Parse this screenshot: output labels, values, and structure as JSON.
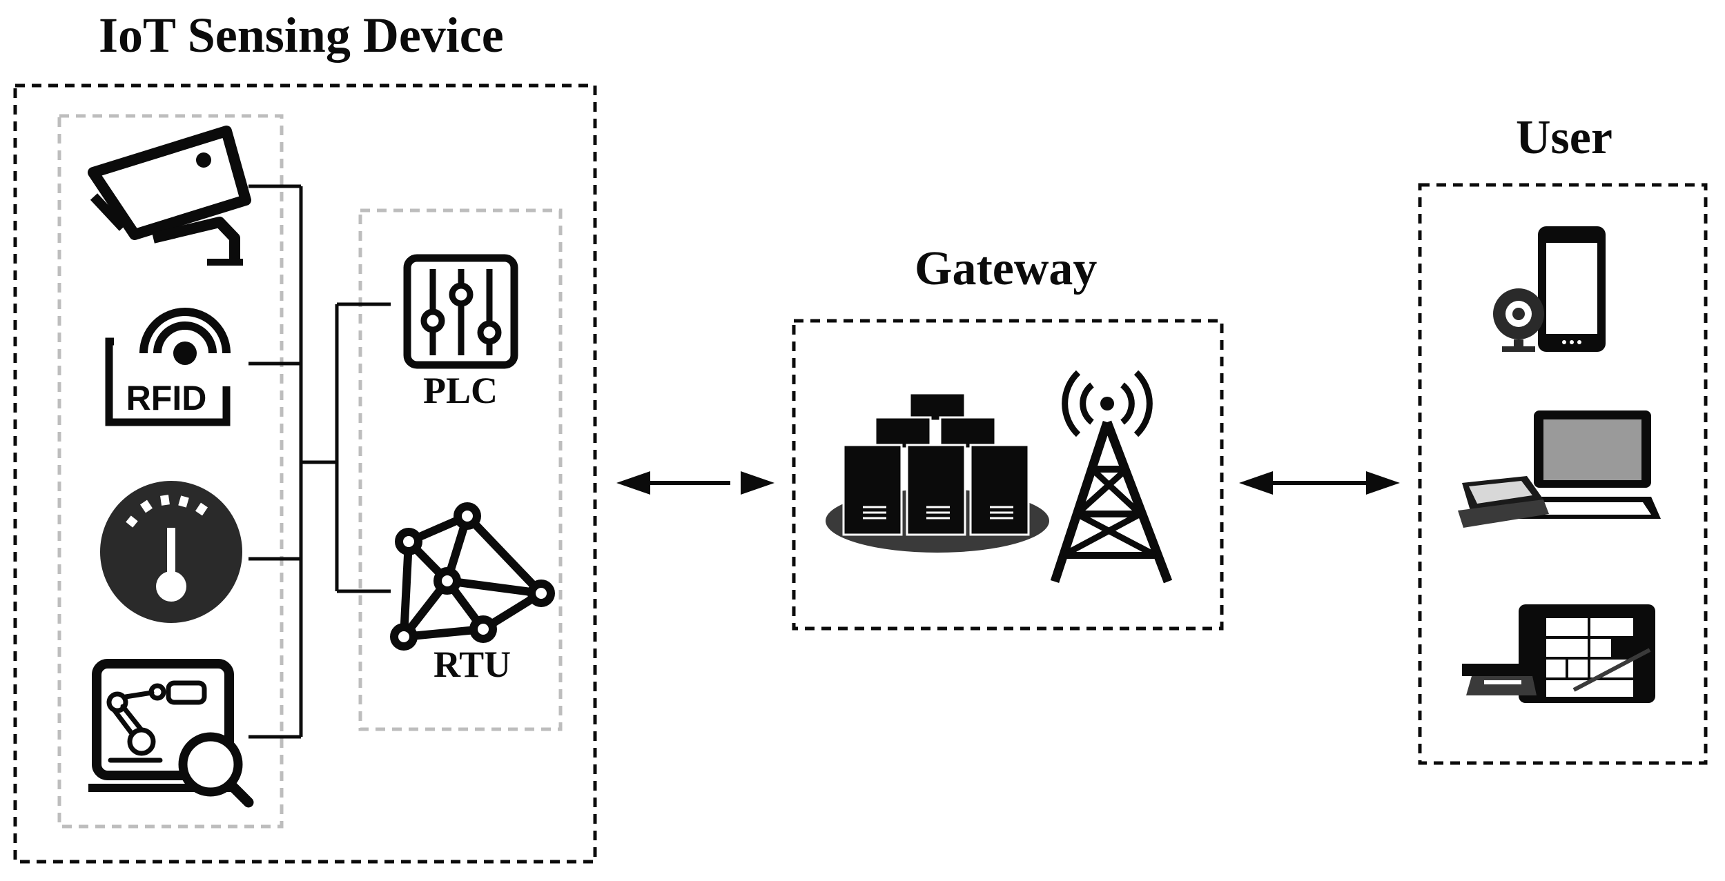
{
  "titles": {
    "iot": "IoT Sensing Device",
    "gateway": "Gateway",
    "user": "User"
  },
  "controllers": {
    "plc": "PLC",
    "rtu": "RTU"
  },
  "sensors": {
    "rfid_text": "RFID"
  },
  "icons": [
    "cctv-camera-icon",
    "rfid-icon",
    "gauge-icon",
    "robot-arm-inspection-icon",
    "plc-sliders-icon",
    "rtu-network-icon",
    "server-cluster-icon",
    "radio-tower-icon",
    "phone-webcam-icon",
    "laptop-scanner-icon",
    "tablet-printer-icon"
  ],
  "colors": {
    "line": "#0b0b0b",
    "inner_border": "#bdbdbd",
    "platform": "#3a3a3a"
  }
}
